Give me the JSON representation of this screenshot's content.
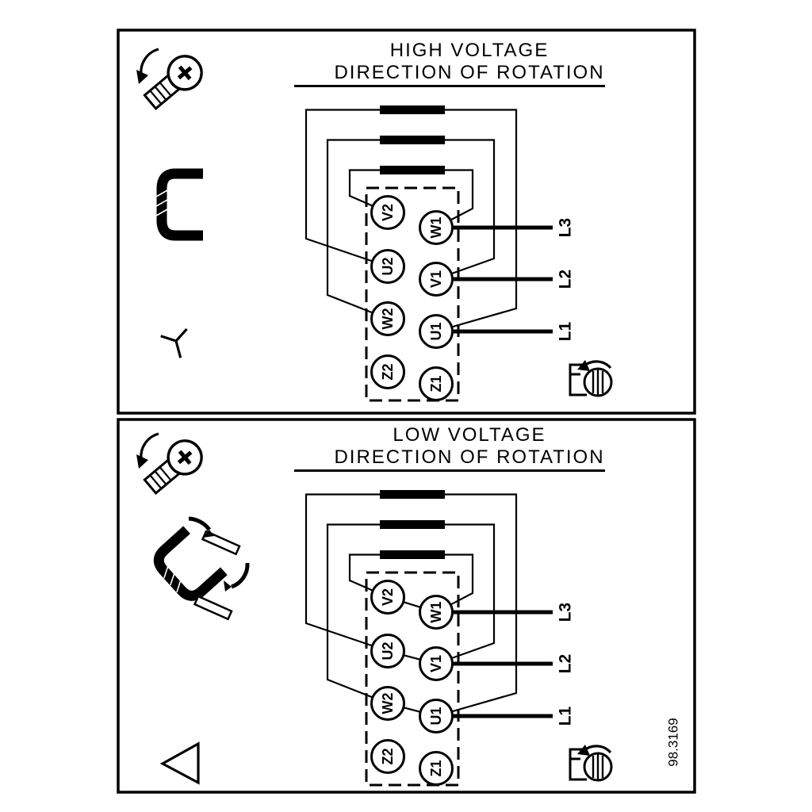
{
  "figure": {
    "drawing_number": "98.3169"
  },
  "high_voltage_panel": {
    "title_line1": "HIGH VOLTAGE",
    "title_line2": "DIRECTION OF ROTATION",
    "connection": "star",
    "terminals_left": [
      "V2",
      "U2",
      "W2",
      "Z2"
    ],
    "terminals_right": [
      "W1",
      "V1",
      "U1",
      "Z1"
    ],
    "supply_lines": [
      "L3",
      "L2",
      "L1"
    ]
  },
  "low_voltage_panel": {
    "title_line1": "LOW VOLTAGE",
    "title_line2": "DIRECTION OF ROTATION",
    "connection": "delta",
    "terminals_left": [
      "V2",
      "U2",
      "W2",
      "Z2"
    ],
    "terminals_right": [
      "W1",
      "V1",
      "U1",
      "Z1"
    ],
    "supply_lines": [
      "L3",
      "L2",
      "L1"
    ]
  },
  "colors": {
    "ink": "#000000",
    "paper": "#ffffff"
  }
}
